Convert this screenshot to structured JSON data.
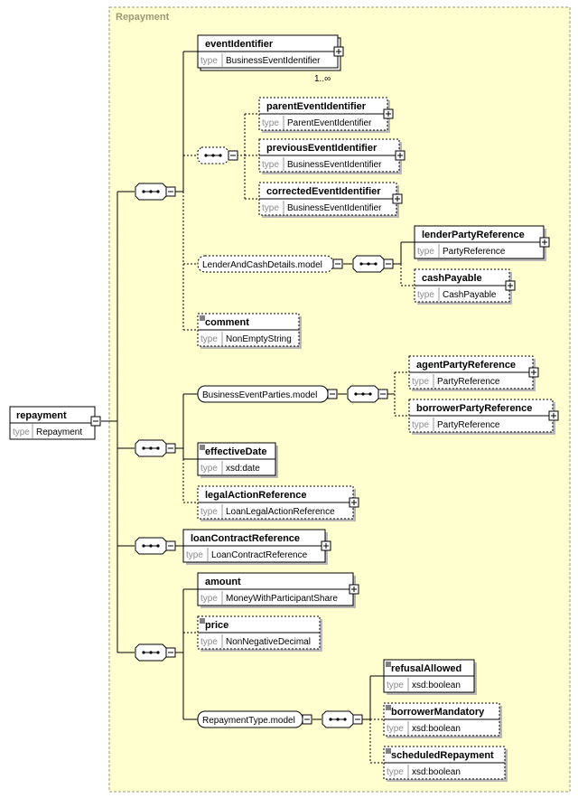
{
  "group": {
    "title": "Repayment"
  },
  "root": {
    "name": "repayment",
    "type_kw": "type",
    "type": "Repayment"
  },
  "elements": {
    "eventIdentifier": {
      "name": "eventIdentifier",
      "type_kw": "type",
      "type": "BusinessEventIdentifier",
      "occurs": "1..∞"
    },
    "parentEventIdentifier": {
      "name": "parentEventIdentifier",
      "type_kw": "type",
      "type": "ParentEventIdentifier"
    },
    "previousEventIdentifier": {
      "name": "previousEventIdentifier",
      "type_kw": "type",
      "type": "BusinessEventIdentifier"
    },
    "correctedEventIdentifier": {
      "name": "correctedEventIdentifier",
      "type_kw": "type",
      "type": "BusinessEventIdentifier"
    },
    "lenderPartyReference": {
      "name": "lenderPartyReference",
      "type_kw": "type",
      "type": "PartyReference"
    },
    "cashPayable": {
      "name": "cashPayable",
      "type_kw": "type",
      "type": "CashPayable"
    },
    "comment": {
      "name": "comment",
      "type_kw": "type",
      "type": "NonEmptyString"
    },
    "agentPartyReference": {
      "name": "agentPartyReference",
      "type_kw": "type",
      "type": "PartyReference"
    },
    "borrowerPartyReference": {
      "name": "borrowerPartyReference",
      "type_kw": "type",
      "type": "PartyReference"
    },
    "effectiveDate": {
      "name": "effectiveDate",
      "type_kw": "type",
      "type": "xsd:date"
    },
    "legalActionReference": {
      "name": "legalActionReference",
      "type_kw": "type",
      "type": "LoanLegalActionReference"
    },
    "loanContractReference": {
      "name": "loanContractReference",
      "type_kw": "type",
      "type": "LoanContractReference"
    },
    "amount": {
      "name": "amount",
      "type_kw": "type",
      "type": "MoneyWithParticipantShare"
    },
    "price": {
      "name": "price",
      "type_kw": "type",
      "type": "NonNegativeDecimal"
    },
    "refusalAllowed": {
      "name": "refusalAllowed",
      "type_kw": "type",
      "type": "xsd:boolean"
    },
    "borrowerMandatory": {
      "name": "borrowerMandatory",
      "type_kw": "type",
      "type": "xsd:boolean"
    },
    "scheduledRepayment": {
      "name": "scheduledRepayment",
      "type_kw": "type",
      "type": "xsd:boolean"
    }
  },
  "groups": {
    "lenderAndCash": "LenderAndCashDetails.model",
    "businessEventParties": "BusinessEventParties.model",
    "repaymentType": "RepaymentType.model"
  }
}
